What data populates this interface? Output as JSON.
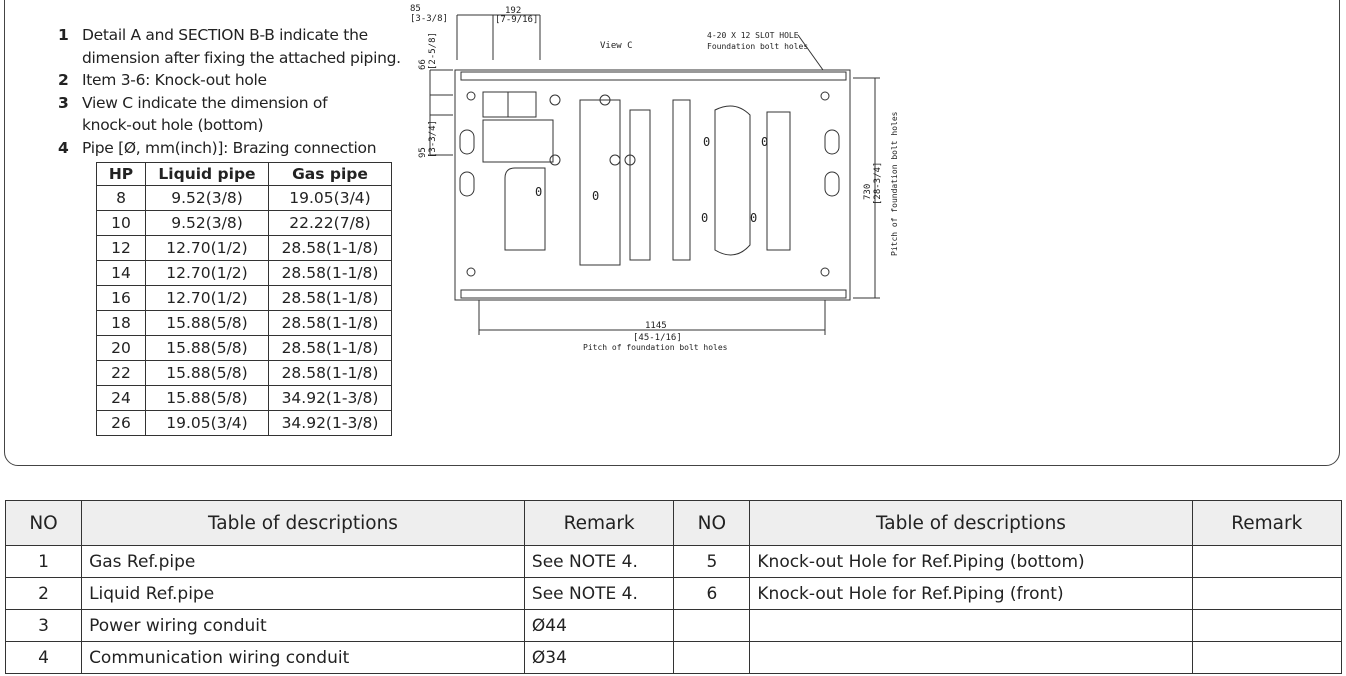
{
  "notes": [
    {
      "num": "1",
      "text": "Detail A and SECTION B-B indicate the dimension after fixing the attached piping."
    },
    {
      "num": "2",
      "text": "Item 3-6: Knock-out hole"
    },
    {
      "num": "3",
      "text": "View C indicate the dimension of knock-out hole (bottom)"
    },
    {
      "num": "4",
      "text": "Pipe [Ø, mm(inch)]: Brazing connection"
    }
  ],
  "pipe_table": {
    "headers": [
      "HP",
      "Liquid pipe",
      "Gas pipe"
    ],
    "rows": [
      [
        "8",
        "9.52(3/8)",
        "19.05(3/4)"
      ],
      [
        "10",
        "9.52(3/8)",
        "22.22(7/8)"
      ],
      [
        "12",
        "12.70(1/2)",
        "28.58(1-1/8)"
      ],
      [
        "14",
        "12.70(1/2)",
        "28.58(1-1/8)"
      ],
      [
        "16",
        "12.70(1/2)",
        "28.58(1-1/8)"
      ],
      [
        "18",
        "15.88(5/8)",
        "28.58(1-1/8)"
      ],
      [
        "20",
        "15.88(5/8)",
        "28.58(1-1/8)"
      ],
      [
        "22",
        "15.88(5/8)",
        "28.58(1-1/8)"
      ],
      [
        "24",
        "15.88(5/8)",
        "34.92(1-3/8)"
      ],
      [
        "26",
        "19.05(3/4)",
        "34.92(1-3/8)"
      ]
    ]
  },
  "drawing": {
    "view_label": "View C",
    "slot_label": "4-20 X 12 SLOT HOLE",
    "slot_sub": "Foundation bolt holes",
    "dim_85": "85",
    "dim_85_in": "[3-3/8]",
    "dim_192": "192",
    "dim_192_in": "[7-9/16]",
    "dim_66": "66",
    "dim_66_in": "[2-5/8]",
    "dim_95": "95",
    "dim_95_in": "[3-3/4]",
    "dim_730": "730",
    "dim_730_in": "[28-3/4]",
    "dim_730_label": "Pitch of foundation bolt holes",
    "dim_1145": "1145",
    "dim_1145_in": "[45-1/16]",
    "dim_1145_label": "Pitch of foundation bolt holes",
    "zero": "0"
  },
  "desc_table": {
    "headers": [
      "NO",
      "Table of descriptions",
      "Remark",
      "NO",
      "Table of descriptions",
      "Remark"
    ],
    "rows": [
      [
        "1",
        "Gas Ref.pipe",
        "See NOTE 4.",
        "5",
        "Knock-out Hole for Ref.Piping (bottom)",
        ""
      ],
      [
        "2",
        "Liquid Ref.pipe",
        "See NOTE 4.",
        "6",
        "Knock-out Hole for Ref.Piping (front)",
        ""
      ],
      [
        "3",
        "Power wiring conduit",
        "Ø44",
        "",
        "",
        ""
      ],
      [
        "4",
        "Communication wiring conduit",
        "Ø34",
        "",
        "",
        ""
      ]
    ]
  }
}
